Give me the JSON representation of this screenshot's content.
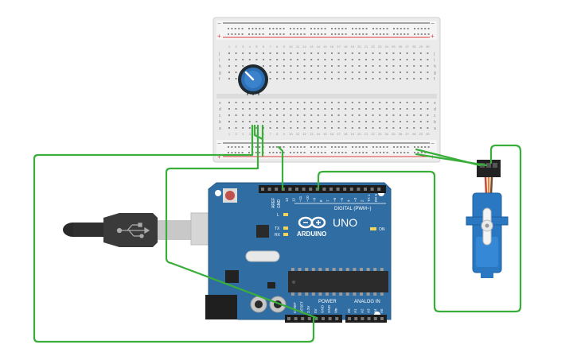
{
  "board": {
    "logo_text": "ARDUINO",
    "model": "UNO",
    "digital_label": "DIGITAL (PWM~)",
    "power_label": "POWER",
    "analog_label": "ANALOG IN",
    "on_label": "ON",
    "tx_label": "TX",
    "rx_label": "RX",
    "l_label": "L",
    "aref_label": "AREF",
    "gnd_label": "GND",
    "digital_pins": [
      "13",
      "12",
      "~11",
      "~10",
      "~9",
      "8",
      "7",
      "~6",
      "~5",
      "4",
      "~3",
      "2",
      "TX 1",
      "RX 0"
    ],
    "power_pins": [
      "IOREF",
      "RESET",
      "3.3V",
      "5V",
      "GND",
      "GND",
      "Vin"
    ],
    "analog_pins": [
      "A0",
      "A1",
      "A2",
      "A3",
      "A4",
      "A5"
    ]
  },
  "breadboard": {
    "rail_plus": "+",
    "rail_minus": "−",
    "row_letters_top": [
      "f",
      "g",
      "h",
      "i",
      "j"
    ],
    "row_letters_bottom": [
      "a",
      "b",
      "c",
      "d",
      "e"
    ],
    "column_numbers": [
      "1",
      "2",
      "3",
      "4",
      "5",
      "6",
      "7",
      "8",
      "9",
      "10",
      "11",
      "12",
      "13",
      "14",
      "15",
      "16",
      "17",
      "18",
      "19",
      "20",
      "21",
      "22",
      "23",
      "24",
      "25",
      "26",
      "27",
      "28",
      "29",
      "30"
    ]
  },
  "colors": {
    "wire": "#3aae3a",
    "board_blue": "#2f6da3",
    "breadboard": "#ececec",
    "rail_red": "#e03a3a",
    "pot_blue": "#2c6fb6",
    "servo_blue": "#2a78c2"
  },
  "icons": {
    "usb": "usb-symbol-icon",
    "infinity": "arduino-infinity-logo-icon"
  }
}
